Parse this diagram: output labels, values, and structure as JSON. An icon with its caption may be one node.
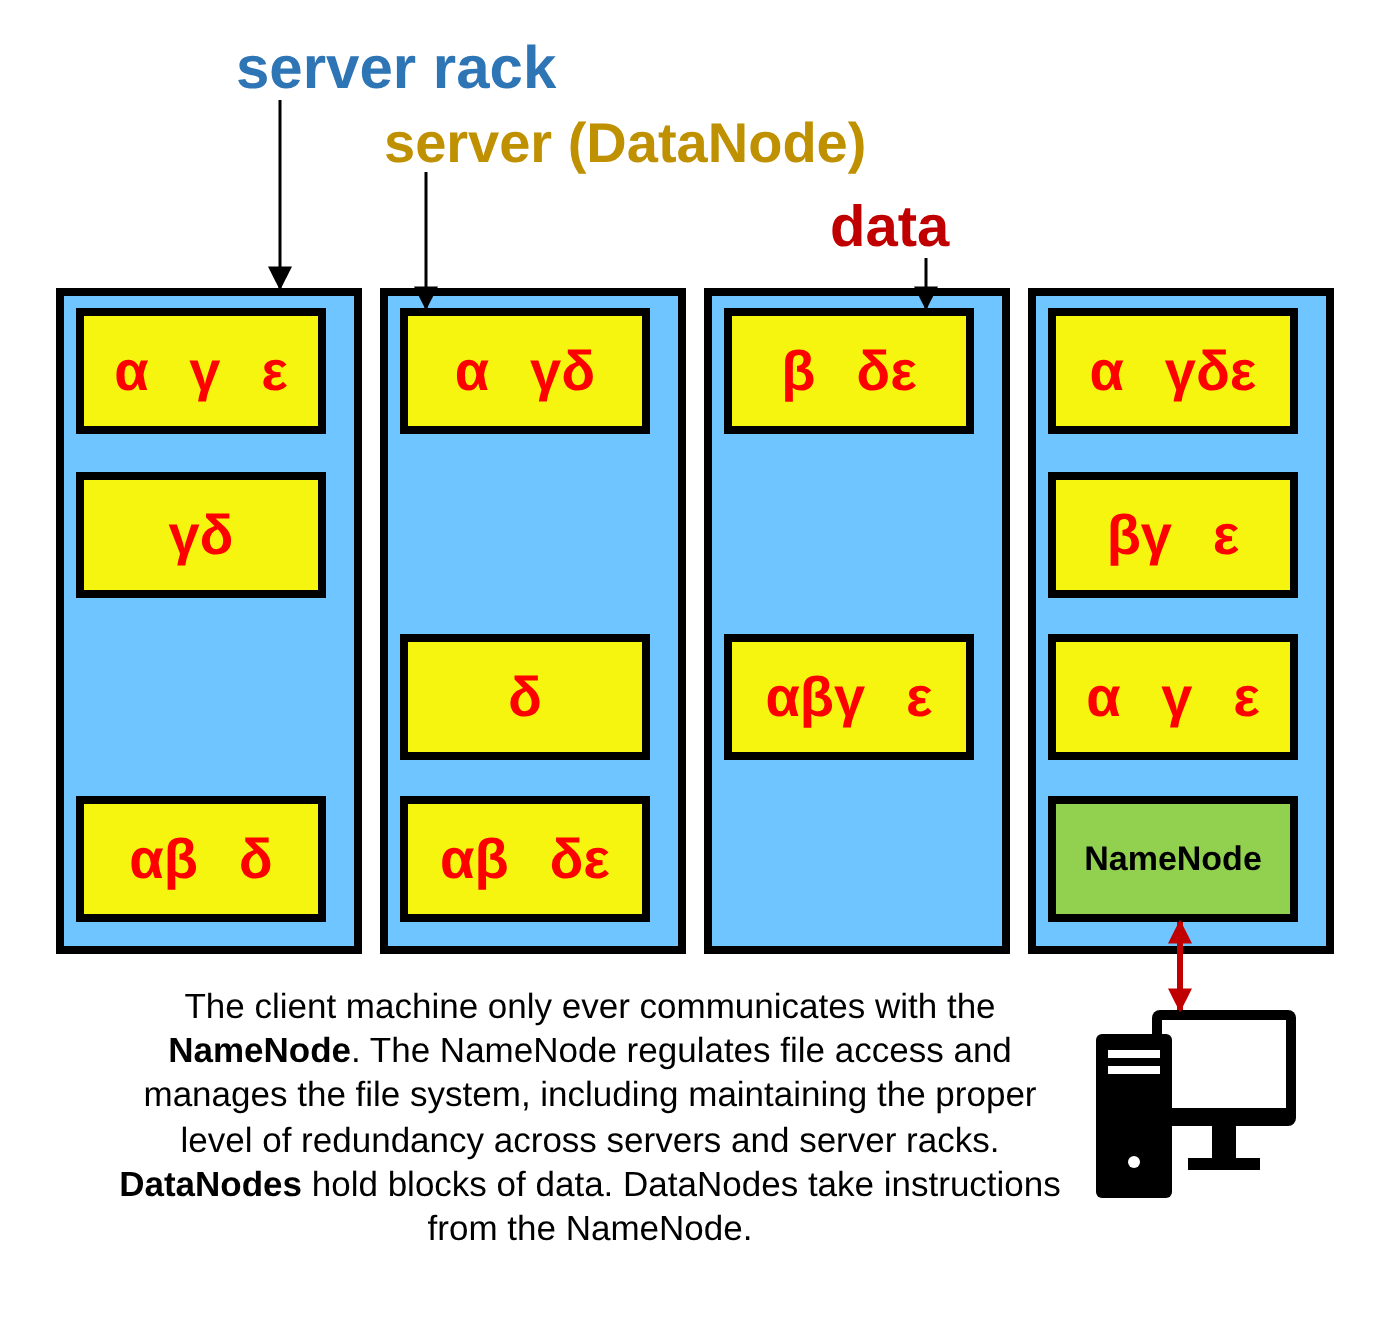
{
  "diagram": {
    "caption": "The client machine only ever communicates with the **NameNode**. The NameNode regulates file access and manages the file system, including maintaining the proper level of redundancy across servers and server racks. **DataNodes** hold blocks of data. DataNodes take instructions from the NameNode.",
    "nodes": [
      {
        "text": [
          "server rack"
        ]
      },
      {
        "text": [
          "server (DataNode)"
        ]
      },
      {
        "text": [
          "data"
        ]
      },
      {
        "text": [],
        "shape": "box"
      },
      {
        "text": [
          "α γ ε"
        ],
        "in": 3
      },
      {
        "text": [
          "γδ"
        ],
        "in": 3
      },
      {
        "text": [
          "αβ δ"
        ],
        "in": 3
      },
      {
        "text": [],
        "shape": "box"
      },
      {
        "text": [
          "α γδ"
        ],
        "in": 7
      },
      {
        "text": [
          "δ"
        ],
        "in": 7
      },
      {
        "text": [
          "αβ δε"
        ],
        "in": 7
      },
      {
        "text": [],
        "shape": "box"
      },
      {
        "text": [
          "β δε"
        ],
        "in": 11
      },
      {
        "text": [
          "αβγ ε"
        ],
        "in": 11
      },
      {
        "text": [],
        "shape": "box"
      },
      {
        "text": [
          "α γδε"
        ],
        "in": 14
      },
      {
        "text": [
          "βγ ε"
        ],
        "in": 14
      },
      {
        "text": [
          "α γ ε"
        ],
        "in": 14
      },
      {
        "text": [
          "NameNode"
        ],
        "in": 14
      },
      {
        "text": [],
        "shape": "picture"
      }
    ],
    "edges": [
      {
        "from": 0,
        "to": 3,
        "arrow": "to"
      },
      {
        "from": 1,
        "to": 8,
        "arrow": "to"
      },
      {
        "from": 2,
        "to": 12,
        "arrow": "to"
      },
      {
        "from": 18,
        "to": 19,
        "arrow": "both",
        "style": "thick",
        "color": "#c00000"
      }
    ]
  }
}
